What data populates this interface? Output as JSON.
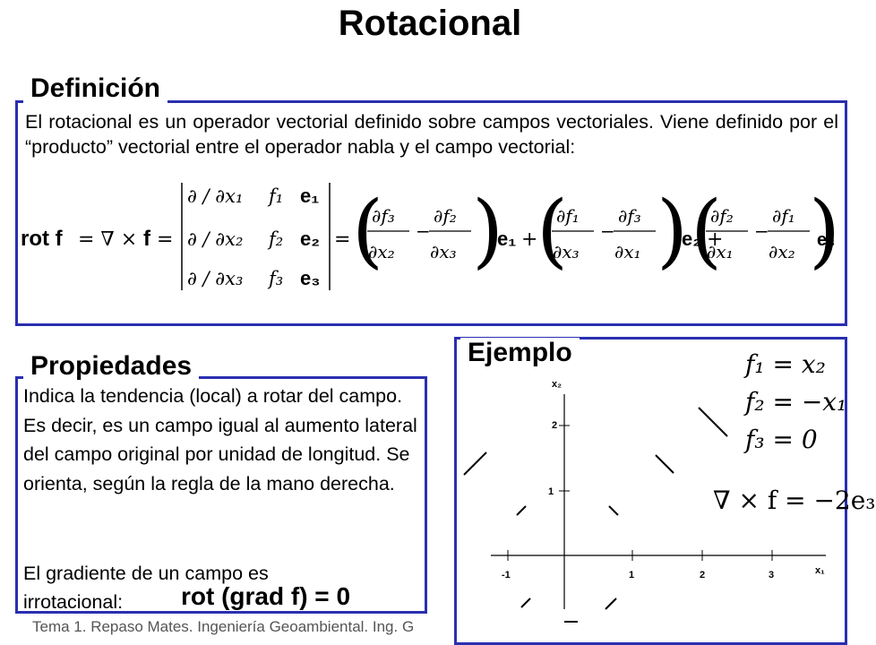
{
  "title": "Rotacional",
  "definicion": {
    "label": "Definición",
    "text": "El rotacional es un operador vectorial definido sobre campos vectoriales. Viene definido por el “producto” vectorial entre el operador nabla y el campo vectorial:",
    "formula": {
      "lhs": "rot f = ∇ × f =",
      "det_col1": [
        "∂/∂x₁",
        "∂/∂x₂",
        "∂/∂x₃"
      ],
      "det_col2": [
        "f₁",
        "f₂",
        "f₃"
      ],
      "det_col3": [
        "e₁",
        "e₂",
        "e₃"
      ],
      "rhs": "= (∂f₃/∂x₂ − ∂f₂/∂x₃) e₁ + (∂f₁/∂x₃ − ∂f₃/∂x₁) e₂ + (∂f₂/∂x₁ − ∂f₁/∂x₂) e₃"
    }
  },
  "propiedades": {
    "label": "Propiedades",
    "text1": "Indica la tendencia (local) a rotar del campo. Es decir, es un campo igual al aumento lateral del campo original por unidad de longitud. Se orienta, según la regla de la mano derecha.",
    "text2": "El gradiente de un campo es irrotacional:",
    "formula": "rot (grad f) = 0"
  },
  "ejemplo": {
    "label": "Ejemplo",
    "eq1": "f₁ = x₂",
    "eq2": "f₂ = −x₁",
    "eq3": "f₃ = 0",
    "curl": "∇ × f = −2e₃",
    "axis_y": "x₂",
    "axis_x": "x₁",
    "ticks_x": [
      "-1",
      "1",
      "2",
      "3"
    ],
    "ticks_y": [
      "1",
      "2"
    ]
  },
  "footer": "Tema 1. Repaso Mates. Ingeniería Geoambiental. Ing. G"
}
